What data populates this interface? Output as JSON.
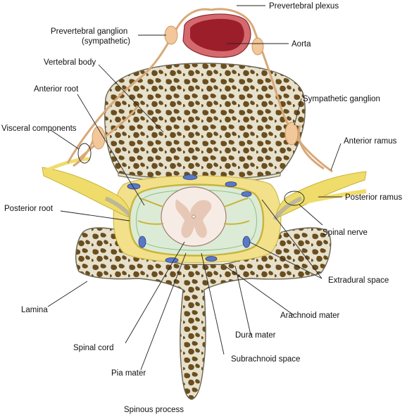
{
  "labels": {
    "prevertebral_plexus": "Prevertebral plexus",
    "prevertebral_ganglion_1": "Prevertebral ganglion",
    "prevertebral_ganglion_2": "(sympathetic)",
    "aorta": "Aorta",
    "vertebral_body": "Vertebral body",
    "anterior_root": "Anterior root",
    "sympathetic_ganglion": "Sympathetic ganglion",
    "visceral_components": "Visceral components",
    "anterior_ramus": "Anterior ramus",
    "posterior_ramus": "Posterior ramus",
    "posterior_root": "Posterior root",
    "spinal_nerve": "Spinal nerve",
    "extradural_space": "Extradural space",
    "lamina": "Lamina",
    "arachnoid_mater": "Arachnoid mater",
    "dura_mater": "Dura mater",
    "spinal_cord": "Spinal cord",
    "subrachnoid_space": "Subrachnoid space",
    "pia_mater": "Pia mater",
    "spinous_process": "Spinous process"
  },
  "colors": {
    "bone_fill": "#e6e1cc",
    "bone_outline": "#6b6450",
    "trabecular_pattern": "#6b4e1f",
    "aorta_outer": "#d46a6e",
    "aorta_inner": "#9c1e2a",
    "nerve": "#f0dc6a",
    "nerve_outline": "#c7b43a",
    "sympathetic_trunk": "#f2c79a",
    "csf_space": "#dcebd5",
    "spinal_cord": "#f7ece5",
    "grey_matter": "#e7c8b6",
    "vessel": "#5a78c8",
    "extradural_fat": "#f2e08a"
  }
}
